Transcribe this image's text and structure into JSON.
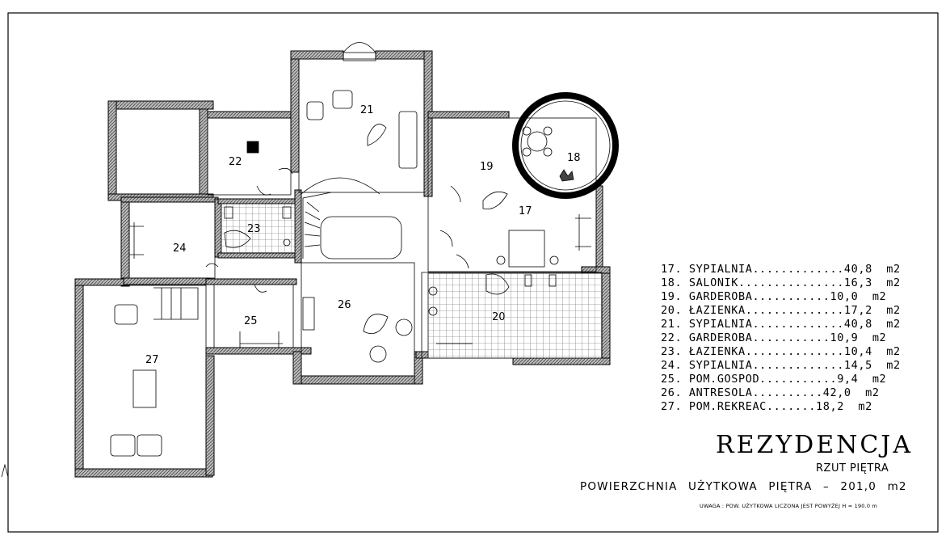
{
  "title": "REZYDENCJA",
  "subtitle": "RZUT PIĘTRA",
  "usable_area": "POWIERZCHNIA  UŻYTKOWA  PIĘTRA  –  201,0 m2",
  "note": "UWAGA : POW. UŻYTKOWA LICZONA JEST POWYŻEJ H = 190.0 m",
  "rooms": [
    {
      "num": "17",
      "entry": "17. SYPIALNIA.............40,8  m2"
    },
    {
      "num": "18",
      "entry": "18. SALONIK...............16,3  m2"
    },
    {
      "num": "19",
      "entry": "19. GARDEROBA...........10,0  m2"
    },
    {
      "num": "20",
      "entry": "20. ŁAZIENKA..............17,2  m2"
    },
    {
      "num": "21",
      "entry": "21. SYPIALNIA.............40,8  m2"
    },
    {
      "num": "22",
      "entry": "22. GARDEROBA...........10,9  m2"
    },
    {
      "num": "23",
      "entry": "23. ŁAZIENKA..............10,4  m2"
    },
    {
      "num": "24",
      "entry": "24. SYPIALNIA.............14,5  m2"
    },
    {
      "num": "25",
      "entry": "25. POM.GOSPOD...........9,4  m2"
    },
    {
      "num": "26",
      "entry": "26. ANTRESOLA..........42,0  m2"
    },
    {
      "num": "27",
      "entry": "27. POM.REKREAC.......18,2  m2"
    }
  ]
}
